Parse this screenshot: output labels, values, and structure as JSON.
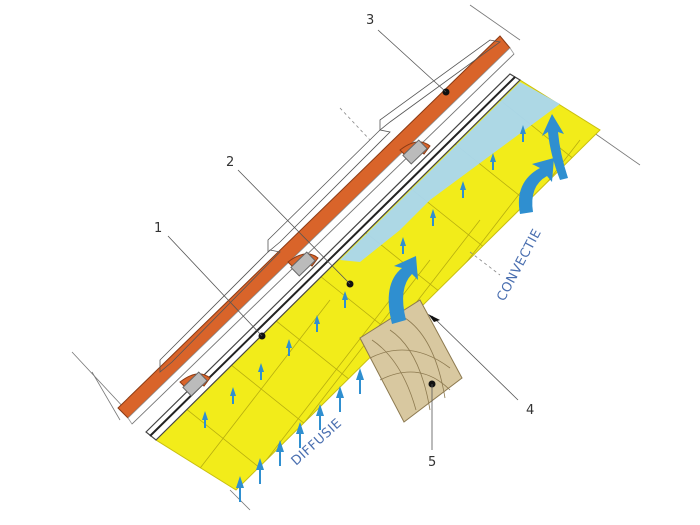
{
  "callouts": [
    {
      "number": "1"
    },
    {
      "number": "2"
    },
    {
      "number": "3"
    },
    {
      "number": "4"
    },
    {
      "number": "5"
    }
  ],
  "flow_labels": {
    "diffusion": "DIFFUSIE",
    "convection": "CONVECTIE"
  },
  "colors": {
    "tile": "#d9642a",
    "tile_edge": "#8a3a14",
    "insulation": "#f2ec1a",
    "insulation_edge": "#c9bf10",
    "moisture_zone": "#a9d7f0",
    "arrow": "#2f8fd0",
    "label": "#4a6fb0",
    "beam": "#d8c8a0",
    "line": "#555555"
  }
}
